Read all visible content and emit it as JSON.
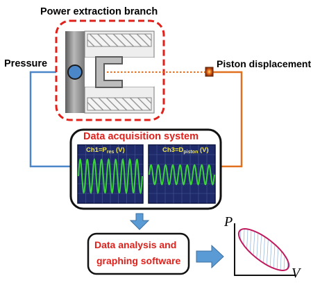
{
  "title": "Power extraction branch",
  "sensor_left": "Pressure",
  "sensor_right": "Piston displacement",
  "daq": {
    "title": "Data acquisition system",
    "ch1": {
      "prefix": "Ch1=P",
      "sub": "res",
      "suffix": " (V)"
    },
    "ch3": {
      "prefix": "Ch3=D",
      "sub": "piston",
      "suffix": " (V)"
    }
  },
  "software": {
    "line1": "Data analysis and",
    "line2": "graphing software"
  },
  "pv_axes": {
    "y": "P",
    "x": "V"
  },
  "colors": {
    "dashed_box": "#e0201a",
    "pressure_wire": "#4a86c8",
    "displacement_wire": "#e0701e",
    "arrow": "#5b9bd5",
    "waveform": "#3cd43a",
    "ellipse": "#c0185c"
  }
}
